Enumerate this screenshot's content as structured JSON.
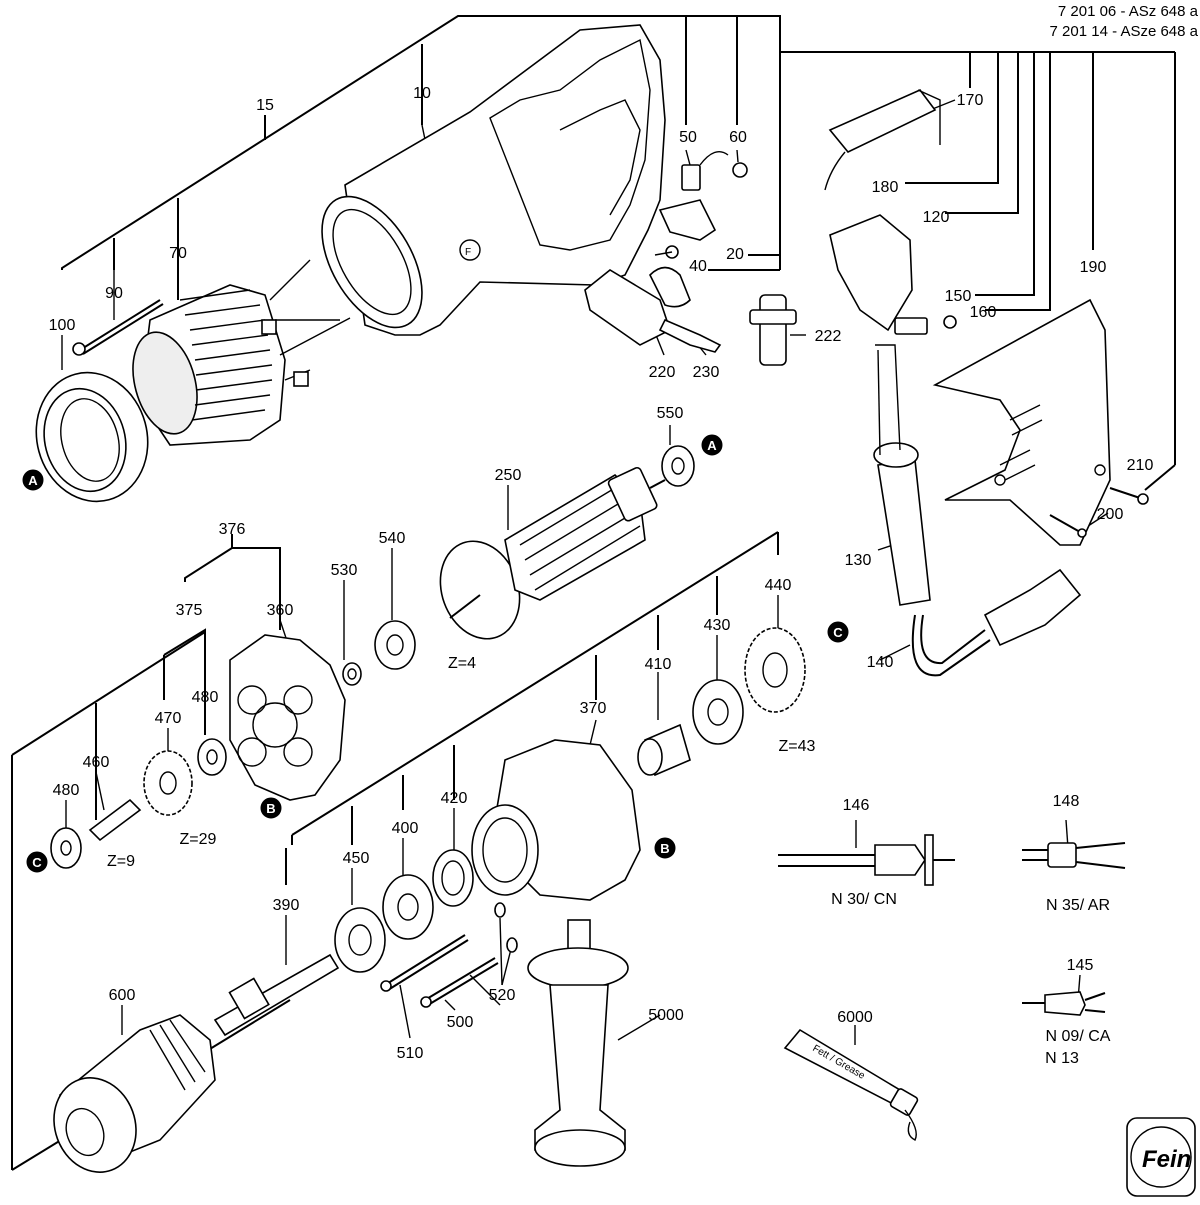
{
  "header": {
    "line1": "7 201 06 - ASz   648 a",
    "line2": "7 201 14 - ASze 648 a"
  },
  "markers": {
    "a": "A",
    "b": "B",
    "c": "C"
  },
  "parts": {
    "p10": "10",
    "p15": "15",
    "p20": "20",
    "p40": "40",
    "p50": "50",
    "p60": "60",
    "p70": "70",
    "p90": "90",
    "p100": "100",
    "p120": "120",
    "p130": "130",
    "p140": "140",
    "p145": "145",
    "p146": "146",
    "p148": "148",
    "p150": "150",
    "p160": "160",
    "p170": "170",
    "p180": "180",
    "p190": "190",
    "p200": "200",
    "p210": "210",
    "p220": "220",
    "p222": "222",
    "p230": "230",
    "p250": "250",
    "p360": "360",
    "p370": "370",
    "p375": "375",
    "p376": "376",
    "p390": "390",
    "p400": "400",
    "p410": "410",
    "p420": "420",
    "p430": "430",
    "p440": "440",
    "p450": "450",
    "p460": "460",
    "p470": "470",
    "p480a": "480",
    "p480b": "480",
    "p500": "500",
    "p510": "510",
    "p520": "520",
    "p530": "530",
    "p540": "540",
    "p550": "550",
    "p600": "600",
    "p5000": "5000",
    "p6000": "6000"
  },
  "gear_labels": {
    "z4": "Z=4",
    "z9": "Z=9",
    "z29": "Z=29",
    "z43": "Z=43"
  },
  "plug_labels": {
    "n30": "N 30/ CN",
    "n35": "N 35/ AR",
    "n09": "N 09/ CA",
    "n13": "N 13"
  },
  "tube_text": "Fett / Grease",
  "logo_icon": "fein-logo-icon"
}
